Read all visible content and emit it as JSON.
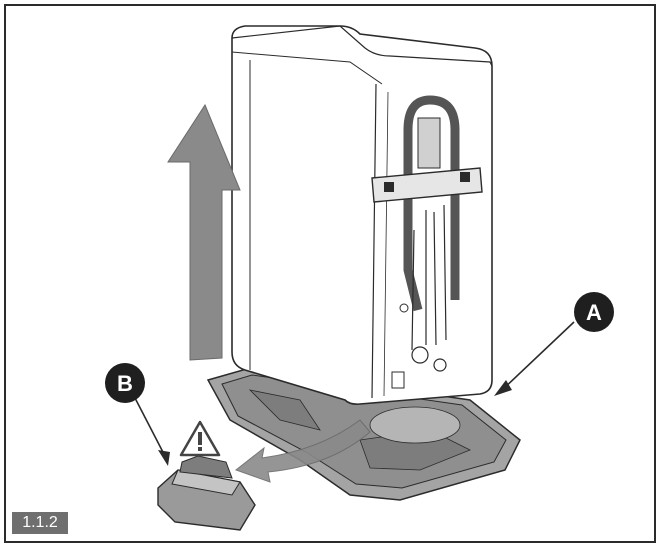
{
  "callouts": {
    "a": {
      "label": "A"
    },
    "b": {
      "label": "B"
    }
  },
  "figure": {
    "number": "1.1.2"
  },
  "icons": {
    "warning": "warning-triangle-icon",
    "lift_arrow": "up-arrow-icon",
    "pull_arrow": "curved-arrow-icon"
  },
  "colors": {
    "line": "#2b2b2b",
    "arrow_gray": "#8a8a8a",
    "tray_gray": "#9a9a9a",
    "badge_bg": "#6f6f6f",
    "callout_bg": "#1f1f1f"
  }
}
